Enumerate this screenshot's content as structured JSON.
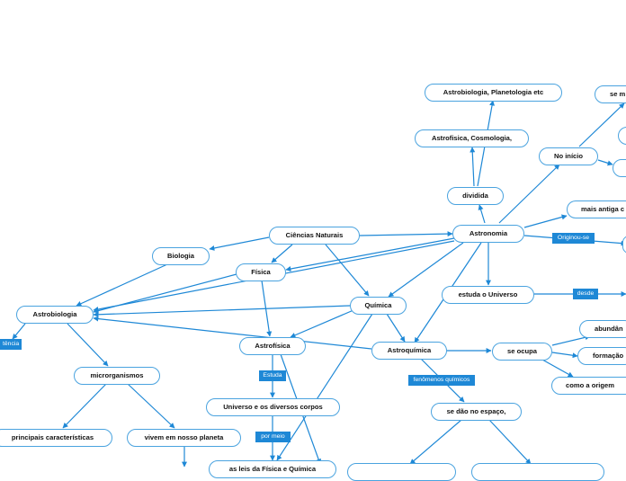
{
  "nodes": {
    "astrobiologia_etc": "Astrobiologia, Planetologia etc",
    "astrofisica_cosmologia": "Astrofisica, Cosmologia,",
    "dividida": "dividida",
    "no_inicio": "No início",
    "se_m": "se m",
    "mais_antiga": "mais antiga c",
    "astronomia": "Astronomia",
    "ciencias_naturais": "Ciências Naturais",
    "biologia": "Biologia",
    "fisica": "Física",
    "astrobiologia": "Astrobiologia",
    "quimica": "Química",
    "estuda_universo": "estuda o Universo",
    "astrofisica": "Astrofísica",
    "astroquimica": "Astroquímica",
    "se_ocupa": "se ocupa",
    "abundan": "abundân",
    "formacao": "formação",
    "como_origem": "como a origem",
    "microrganismos": "microrganismos",
    "se_dao": "se dão no espaço,",
    "universo_corpos": "Universo e os diversos corpos",
    "principais": "principais características",
    "vivem": "vivem em nosso planeta",
    "leis_fisica": "as leis da Física e Química"
  },
  "tags": {
    "originou_se": "Originou-se",
    "desde": "desde",
    "estuda": "Estuda",
    "fenomenos": "fenômenos químicos",
    "por_meio": "por meio",
    "tencia": "tência"
  }
}
